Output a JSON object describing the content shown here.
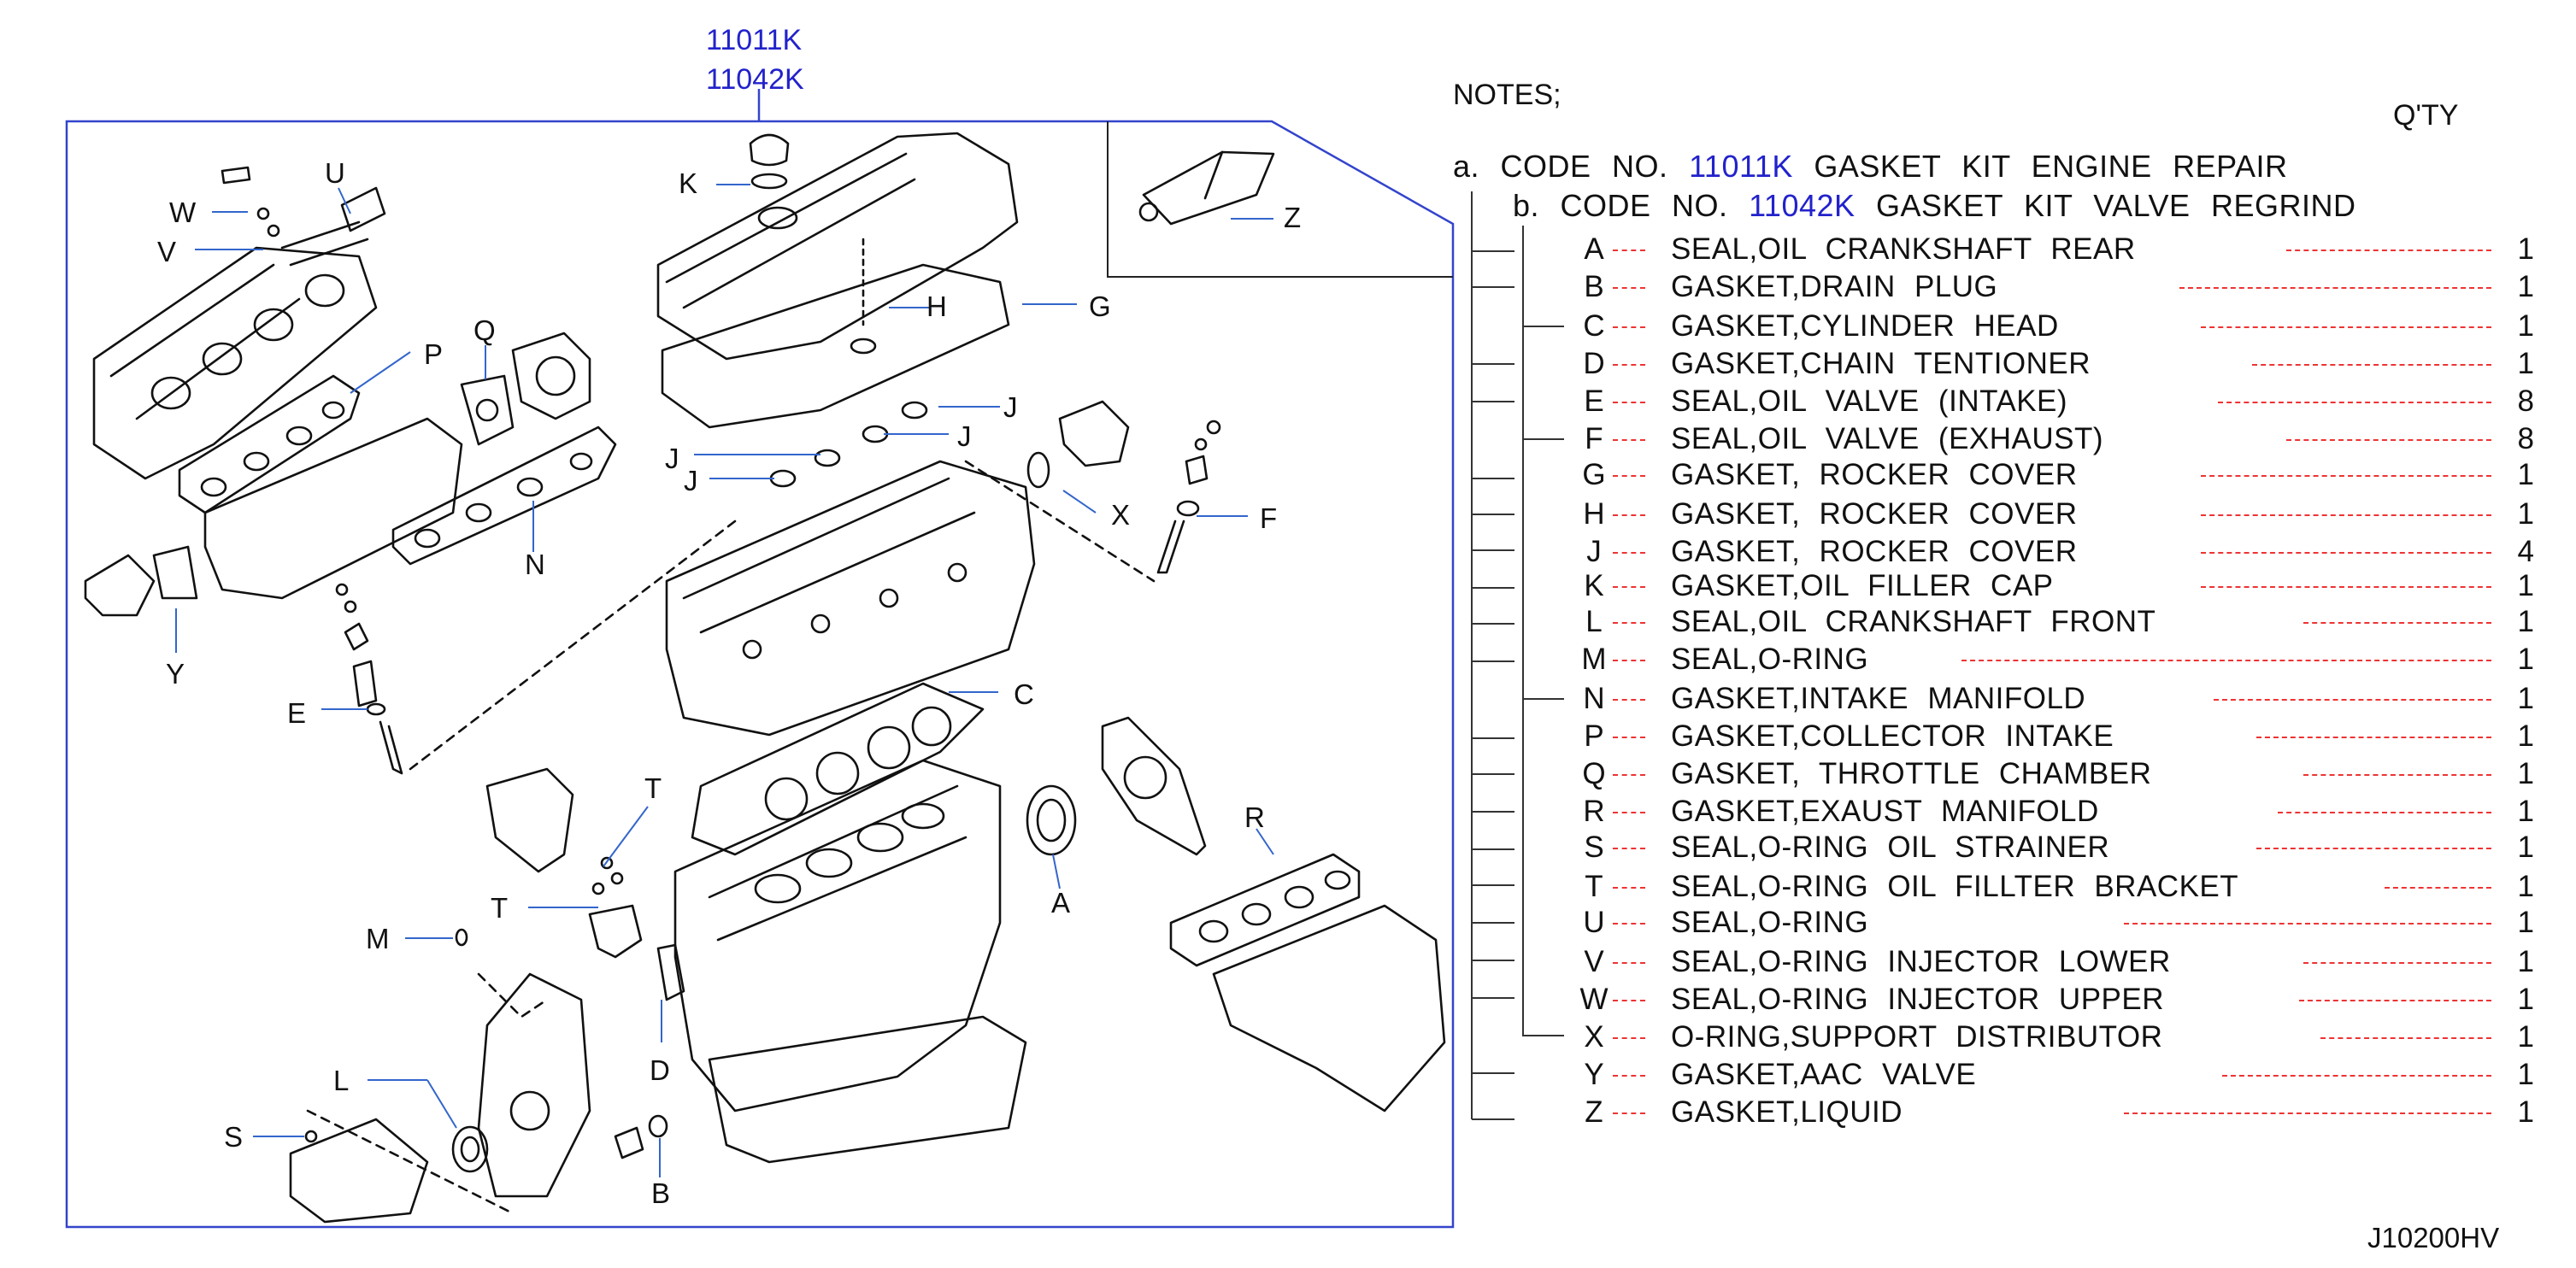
{
  "kit_codes": [
    "11011K",
    "11042K"
  ],
  "notes_label": "NOTES;",
  "qty_header": "Q'TY",
  "kits": {
    "a": {
      "prefix": "a.",
      "text1": "CODE NO.",
      "code": "11011K",
      "text2": "GASKET KIT ENGINE REPAIR"
    },
    "b": {
      "prefix": "b.",
      "text1": "CODE NO.",
      "code": "11042K",
      "text2": "GASKET KIT VALVE REGRIND"
    }
  },
  "parts": [
    {
      "letter": "A",
      "desc": "SEAL,OIL CRANKSHAFT REAR",
      "qty": "1"
    },
    {
      "letter": "B",
      "desc": "GASKET,DRAIN PLUG",
      "qty": "1"
    },
    {
      "letter": "C",
      "desc": "GASKET,CYLINDER HEAD",
      "qty": "1"
    },
    {
      "letter": "D",
      "desc": "GASKET,CHAIN TENTIONER",
      "qty": "1"
    },
    {
      "letter": "E",
      "desc": "SEAL,OIL VALVE (INTAKE)",
      "qty": "8"
    },
    {
      "letter": "F",
      "desc": "SEAL,OIL VALVE (EXHAUST)",
      "qty": "8"
    },
    {
      "letter": "G",
      "desc": "GASKET, ROCKER COVER",
      "qty": "1"
    },
    {
      "letter": "H",
      "desc": "GASKET, ROCKER COVER",
      "qty": "1"
    },
    {
      "letter": "J",
      "desc": "GASKET, ROCKER COVER",
      "qty": "4"
    },
    {
      "letter": "K",
      "desc": "GASKET,OIL FILLER CAP",
      "qty": "1"
    },
    {
      "letter": "L",
      "desc": "SEAL,OIL CRANKSHAFT FRONT",
      "qty": "1"
    },
    {
      "letter": "M",
      "desc": "SEAL,O-RING",
      "qty": "1"
    },
    {
      "letter": "N",
      "desc": "GASKET,INTAKE MANIFOLD",
      "qty": "1"
    },
    {
      "letter": "P",
      "desc": "GASKET,COLLECTOR INTAKE",
      "qty": "1"
    },
    {
      "letter": "Q",
      "desc": "GASKET, THROTTLE CHAMBER",
      "qty": "1"
    },
    {
      "letter": "R",
      "desc": "GASKET,EXAUST MANIFOLD",
      "qty": "1"
    },
    {
      "letter": "S",
      "desc": "SEAL,O-RING OIL STRAINER",
      "qty": "1"
    },
    {
      "letter": "T",
      "desc": "SEAL,O-RING OIL FILLTER BRACKET",
      "qty": "1"
    },
    {
      "letter": "U",
      "desc": "SEAL,O-RING",
      "qty": "1"
    },
    {
      "letter": "V",
      "desc": "SEAL,O-RING INJECTOR LOWER",
      "qty": "1"
    },
    {
      "letter": "W",
      "desc": "SEAL,O-RING INJECTOR UPPER",
      "qty": "1"
    },
    {
      "letter": "X",
      "desc": "O-RING,SUPPORT DISTRIBUTOR",
      "qty": "1"
    },
    {
      "letter": "Y",
      "desc": "GASKET,AAC VALVE",
      "qty": "1"
    },
    {
      "letter": "Z",
      "desc": "GASKET,LIQUID",
      "qty": "1"
    }
  ],
  "callout_letters": {
    "W": "W",
    "V": "V",
    "U": "U",
    "K": "K",
    "H": "H",
    "G": "G",
    "Z": "Z",
    "P": "P",
    "Q": "Q",
    "J1": "J",
    "J2": "J",
    "J3": "J",
    "J4": "J",
    "N": "N",
    "X": "X",
    "F": "F",
    "Y": "Y",
    "E": "E",
    "C": "C",
    "T1": "T",
    "T2": "T",
    "R": "R",
    "A": "A",
    "M": "M",
    "D": "D",
    "L": "L",
    "S": "S",
    "B": "B"
  },
  "diagram_ref": "J10200HV",
  "colors": {
    "code_blue": "#2222cc",
    "frame_blue": "#3344cc",
    "leader_blue": "#3366cc",
    "dash_red": "#e33333"
  }
}
